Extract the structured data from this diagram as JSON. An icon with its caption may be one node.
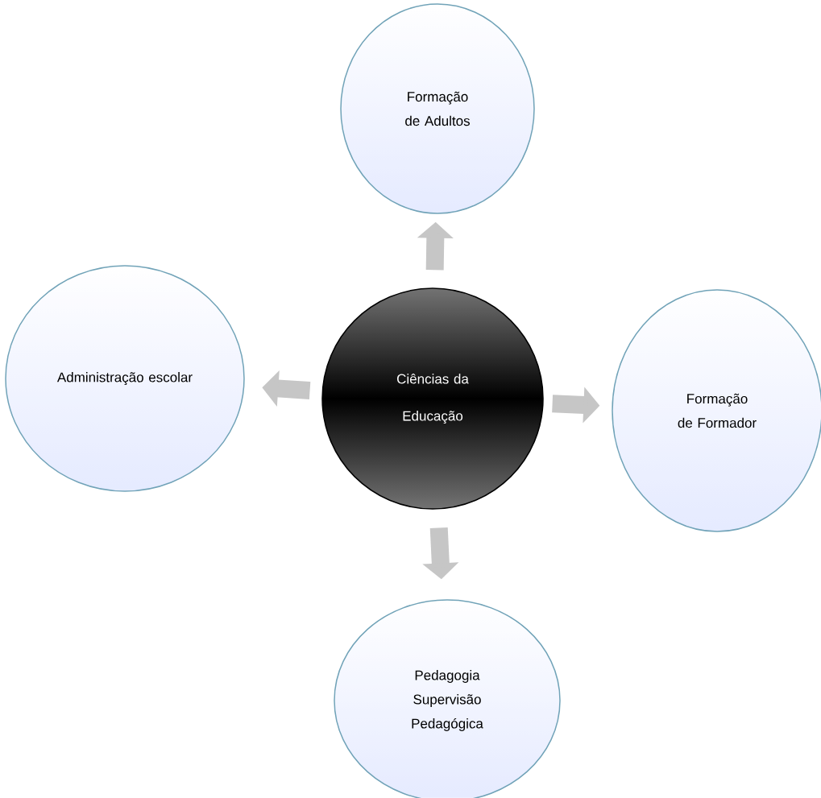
{
  "diagram": {
    "nodes": [
      {
        "text": [
          "Ciências da Educação"
        ]
      },
      {
        "text": [
          "Formação de Adultos"
        ]
      },
      {
        "text": [
          "Administração escolar"
        ]
      },
      {
        "text": [
          "Formação de Formador"
        ]
      },
      {
        "text": [
          "Pedagogia Supervisão Pedagógica"
        ]
      }
    ],
    "edges": [
      {
        "from": 0,
        "to": 1,
        "arrow": "to"
      },
      {
        "from": 0,
        "to": 2,
        "arrow": "to"
      },
      {
        "from": 0,
        "to": 3,
        "arrow": "to"
      },
      {
        "from": 0,
        "to": 4,
        "arrow": "to"
      }
    ]
  }
}
